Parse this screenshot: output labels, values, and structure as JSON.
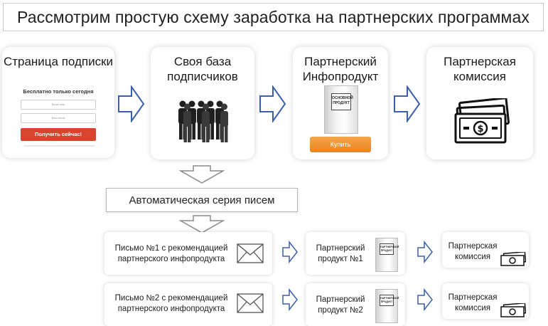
{
  "title": "Рассмотрим простую схему заработка на партнерских программах",
  "top_cards": [
    {
      "title": "Страница подписки"
    },
    {
      "title": "Своя база подписчиков"
    },
    {
      "title": "Партнерский Инфопродукт"
    },
    {
      "title": "Партнерская комиссия"
    }
  ],
  "subscribe_form": {
    "heading": "Бесплатно только сегодня",
    "name_placeholder": "Ваше имя",
    "email_placeholder": "Ваш email",
    "button": "Получить сейчас!"
  },
  "product_box_label": "ОСНОВНОЙ ПРОДУКТ",
  "small_box_label": "ПАРТНЕРСКИЙ ПРОДУКТ",
  "buy_button": "Купить",
  "auto_series": "Автоматическая серия писем",
  "rows": [
    {
      "letter": "Письмо №1 с рекомендацией партнерского инфопродукта",
      "product": "Партнерский продукт №1",
      "commission": "Партнерская комиссия"
    },
    {
      "letter": "Письмо №2 с рекомендацией партнерского инфопродукта",
      "product": "Партнерский продукт №2",
      "commission": "Партнерская комиссия"
    }
  ],
  "colors": {
    "arrow_stroke": "#3b5fa8",
    "form_button": "#d8452f",
    "buy_button": "#f0922f"
  },
  "icons": [
    "people-icon",
    "money-icon",
    "envelope-icon",
    "arrow-right-icon",
    "arrow-down-icon"
  ]
}
